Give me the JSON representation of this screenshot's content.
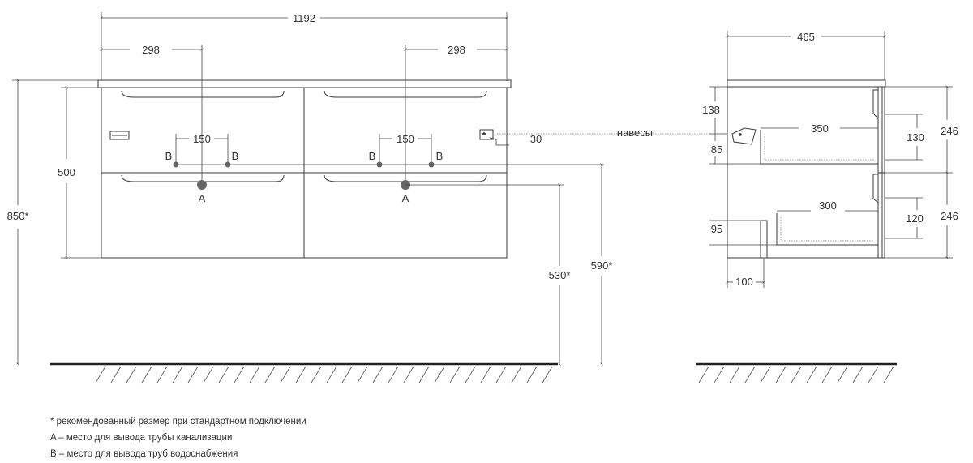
{
  "front": {
    "width_overall": "1192",
    "offset_left": "298",
    "offset_right": "298",
    "spacing_left": "150",
    "spacing_right": "150",
    "height_body": "500",
    "height_total": "850*",
    "height_530": "530*",
    "height_590": "590*",
    "hinge_offset": "30",
    "hinges_label": "навесы",
    "label_a": "A",
    "label_b": "B"
  },
  "side": {
    "depth": "465",
    "dim_138": "138",
    "dim_85": "85",
    "dim_350": "350",
    "dim_130": "130",
    "dim_246_top": "246",
    "dim_300": "300",
    "dim_120": "120",
    "dim_246_bottom": "246",
    "dim_95": "95",
    "dim_100": "100"
  },
  "notes": [
    "* рекомендованный размер при стандартном подключении",
    "A – место для вывода трубы канализации",
    "B – место для вывода труб водоснабжения"
  ]
}
